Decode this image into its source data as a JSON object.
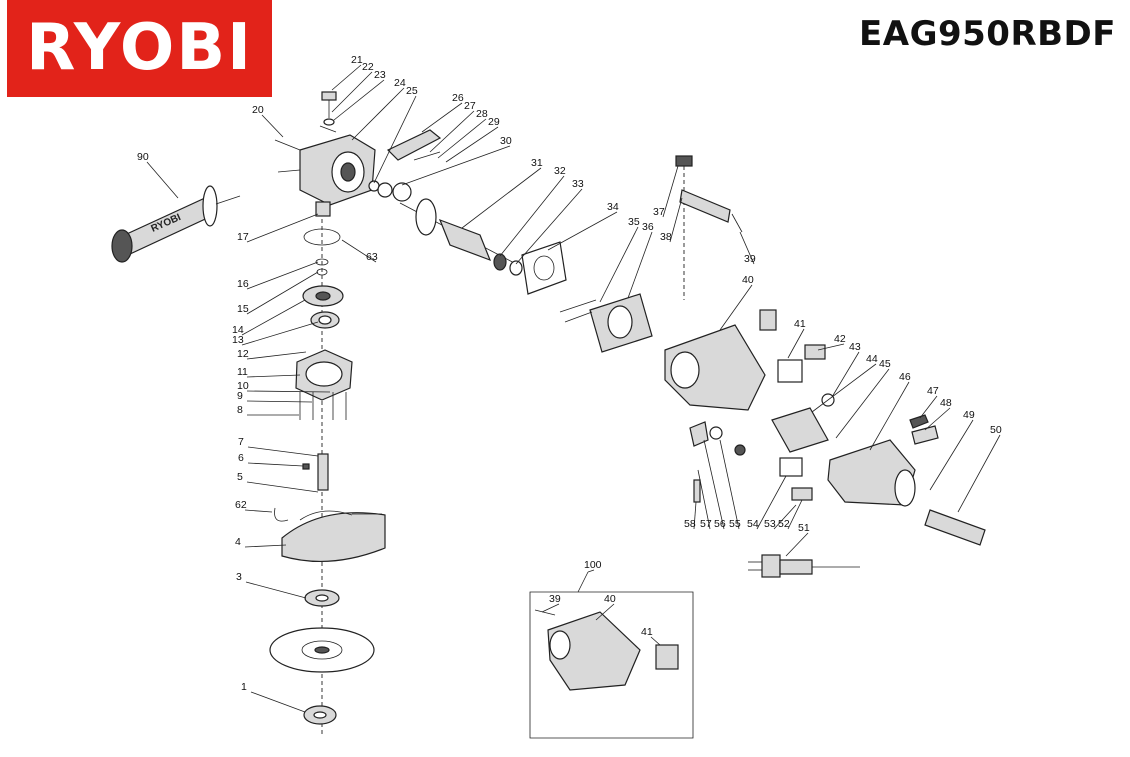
{
  "header": {
    "brand": "RYOBI",
    "model": "EAG950RBDF",
    "brand_color": "#e2231a"
  },
  "callouts": [
    "1",
    "3",
    "4",
    "5",
    "6",
    "7",
    "8",
    "9",
    "10",
    "11",
    "12",
    "13",
    "14",
    "15",
    "16",
    "17",
    "20",
    "21",
    "22",
    "23",
    "24",
    "25",
    "26",
    "27",
    "28",
    "29",
    "30",
    "31",
    "32",
    "33",
    "34",
    "35",
    "36",
    "37",
    "38",
    "39",
    "40",
    "41",
    "42",
    "43",
    "44",
    "45",
    "46",
    "47",
    "48",
    "49",
    "50",
    "51",
    "52",
    "53",
    "54",
    "55",
    "56",
    "57",
    "58",
    "62",
    "63",
    "90",
    "100"
  ],
  "inset": {
    "label": "100",
    "callouts": [
      "39",
      "40",
      "41"
    ]
  },
  "handle_marking": "RYOBI"
}
